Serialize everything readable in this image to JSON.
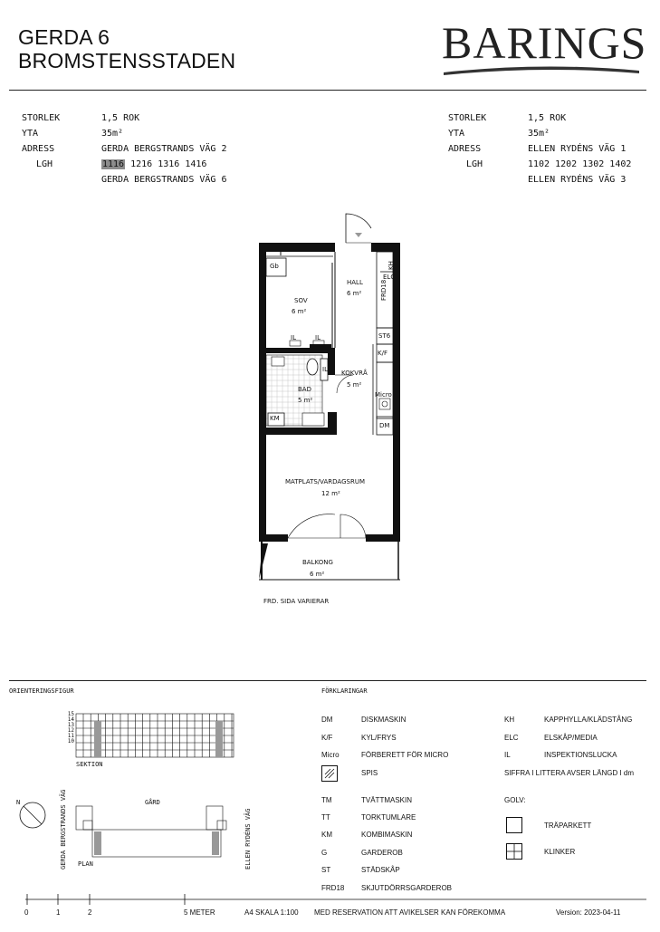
{
  "header": {
    "title_line1": "GERDA 6",
    "title_line2": "BROMSTENSSTADEN",
    "brand": "BARINGS"
  },
  "info_left": {
    "rows": [
      {
        "key": "STORLEK",
        "value": "1,5 ROK"
      },
      {
        "key": "YTA",
        "value": "35m²"
      },
      {
        "key": "ADRESS",
        "value": "GERDA BERGSTRANDS VÄG 2"
      },
      {
        "key": "LGH",
        "value": ""
      }
    ],
    "lgh_selected": "1116",
    "lgh_others": "1216  1316  1416",
    "address2": "GERDA BERGSTRANDS VÄG 6"
  },
  "info_right": {
    "rows": [
      {
        "key": "STORLEK",
        "value": "1,5 ROK"
      },
      {
        "key": "YTA",
        "value": "35m²"
      },
      {
        "key": "ADRESS",
        "value": "ELLEN RYDÉNS VÄG 1"
      },
      {
        "key": "LGH",
        "value": "1102  1202  1302  1402"
      }
    ],
    "address2": "ELLEN RYDÉNS VÄG 3"
  },
  "plan": {
    "rooms": {
      "sov": "SOV",
      "sov_area": "6 m²",
      "hall": "HALL",
      "hall_area": "6 m²",
      "bad": "BAD",
      "bad_area": "5 m²",
      "kokvra": "KOKVRÅ",
      "kokvra_area": "5 m²",
      "matplats": "MATPLATS/VARDAGSRUM",
      "matplats_area": "12 m²",
      "balkong": "BALKONG",
      "balkong_area": "6 m²"
    },
    "labels": {
      "gb": "Gb",
      "elc": "ELC",
      "frd18": "FRD18",
      "kh": "KH",
      "il1": "IL",
      "il2": "IL",
      "il3": "IL",
      "st6": "ST6",
      "kf": "K/F",
      "micro": "Micro",
      "dm": "DM",
      "km": "KM"
    },
    "note": "FRD. SIDA VARIERAR"
  },
  "orientation": {
    "title": "ORIENTERINGSFIGUR",
    "floors": [
      "15",
      "14",
      "13",
      "12",
      "11",
      "10"
    ],
    "sektion": "SEKTION",
    "gard": "GÅRD",
    "plan": "PLAN",
    "north": "N",
    "left_street": "GERDA BERGSTRANDS VÄG",
    "right_street": "ELLEN RYDÉNS VÄG"
  },
  "legend": {
    "title": "FÖRKLARINGAR",
    "col1": [
      {
        "code": "DM",
        "text": "DISKMASKIN"
      },
      {
        "code": "K/F",
        "text": "KYL/FRYS"
      },
      {
        "code": "Micro",
        "text": "FÖRBERETT FÖR MICRO"
      },
      {
        "code": "",
        "text": "SPIS"
      },
      {
        "code": "TM",
        "text": "TVÄTTMASKIN"
      },
      {
        "code": "TT",
        "text": "TORKTUMLARE"
      },
      {
        "code": "KM",
        "text": "KOMBIMASKIN"
      },
      {
        "code": "G",
        "text": "GARDEROB"
      },
      {
        "code": "ST",
        "text": "STÄDSKÅP"
      },
      {
        "code": "FRD18",
        "text": "SKJUTDÖRRSGARDEROB"
      }
    ],
    "col2": [
      {
        "code": "KH",
        "text": "KAPPHYLLA/KLÄDSTÅNG"
      },
      {
        "code": "ELC",
        "text": "ELSKÅP/MEDIA"
      },
      {
        "code": "IL",
        "text": "INSPEKTIONSLUCKA"
      }
    ],
    "siffra": "SIFFRA I LITTERA AVSER LÄNGD I dm",
    "golv": "GOLV:",
    "parkett": "TRÄPARKETT",
    "klinker": "KLINKER"
  },
  "footer": {
    "scale_ticks": [
      "0",
      "1",
      "2",
      "5 METER"
    ],
    "scale": "A4 SKALA 1:100",
    "reservation": "MED RESERVATION ATT AVIKELSER KAN FÖREKOMMA",
    "version": "Version: 2023-04-11"
  }
}
